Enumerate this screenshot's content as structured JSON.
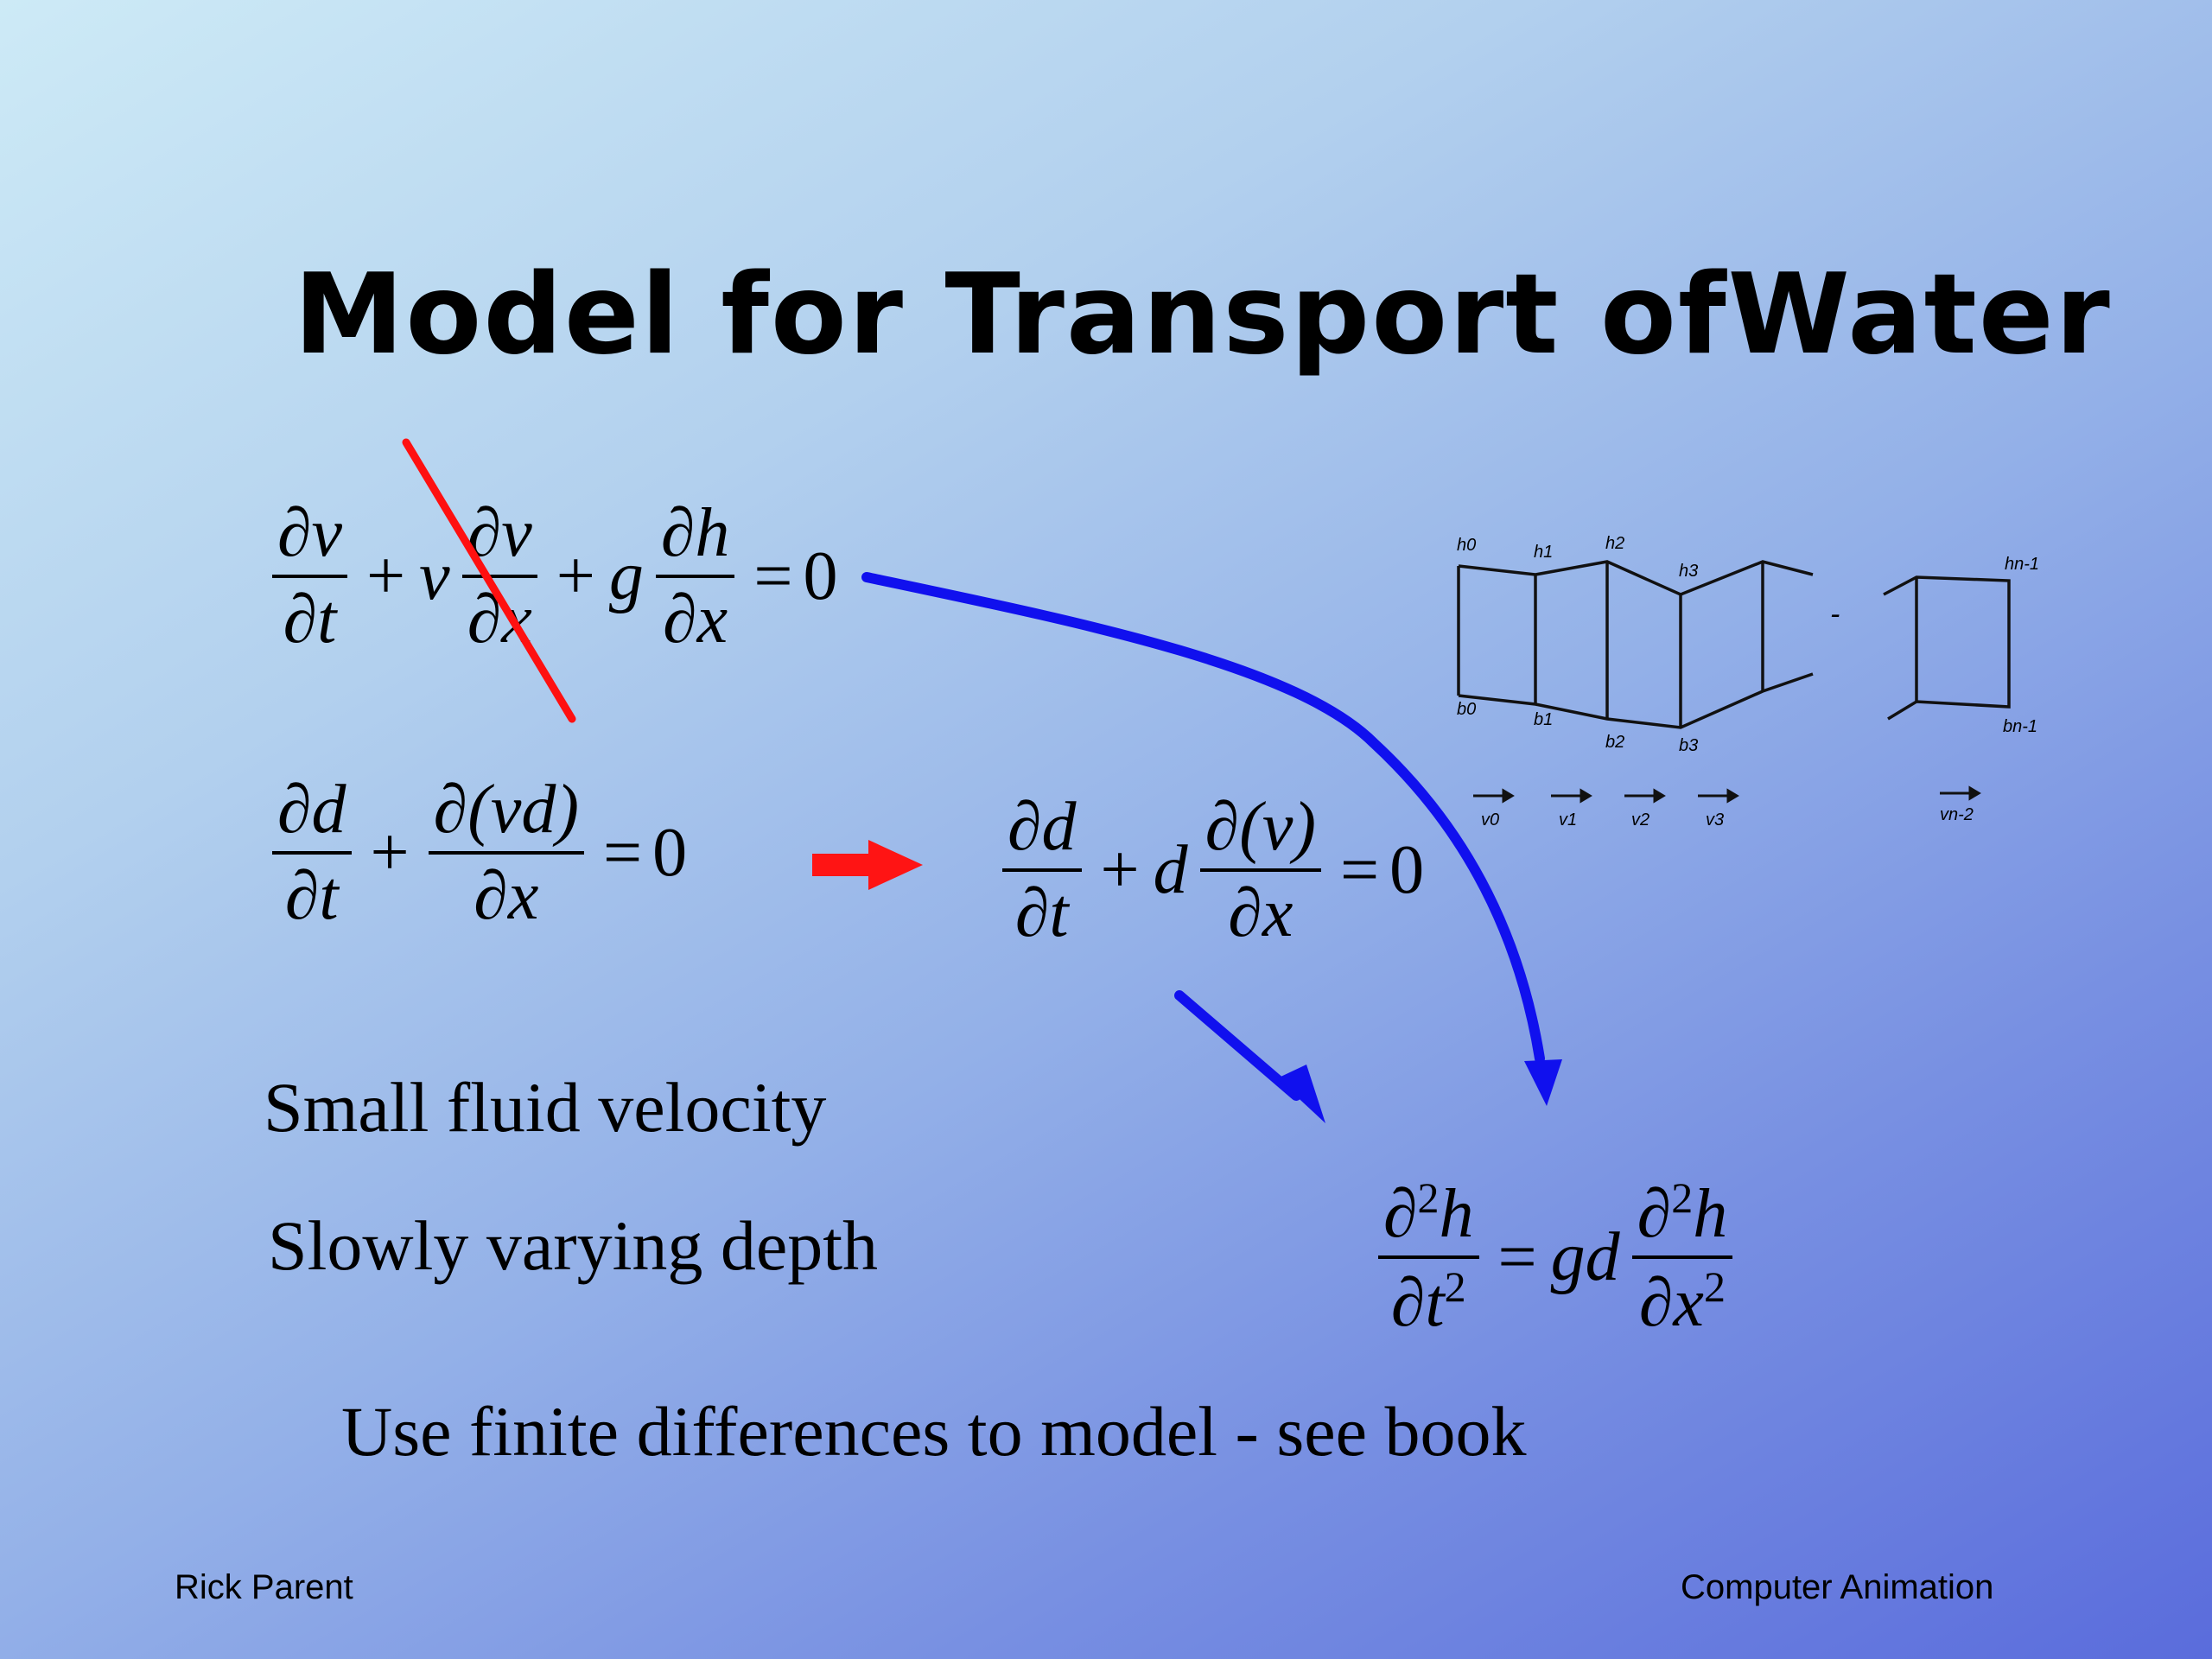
{
  "slide": {
    "title": "Model for Transport ofWater",
    "eq1": {
      "d1n": "∂v",
      "d1d": "∂t",
      "plus1": "+",
      "v": "v",
      "d2n": "∂v",
      "d2d": "∂x",
      "plus2": "+",
      "g": "g",
      "d3n": "∂h",
      "d3d": "∂x",
      "eq": "=",
      "zero": "0"
    },
    "eq2": {
      "d1n": "∂d",
      "d1d": "∂t",
      "plus": "+",
      "d2n": "∂(vd)",
      "d2d": "∂x",
      "eq": "=",
      "zero": "0"
    },
    "eq3": {
      "d1n": "∂d",
      "d1d": "∂t",
      "plus": "+",
      "d": "d",
      "d2n": "∂(v)",
      "d2d": "∂x",
      "eq": "=",
      "zero": "0"
    },
    "eq4": {
      "ln_a": "∂",
      "ln_sup": "2",
      "ln_b": "h",
      "ld_a": "∂t",
      "ld_sup": "2",
      "eq": "=",
      "gd": "gd",
      "rn_a": "∂",
      "rn_sup": "2",
      "rn_b": "h",
      "rd_a": "∂x",
      "rd_sup": "2"
    },
    "assumption1": "Small fluid velocity",
    "assumption2": "Slowly varying depth",
    "note": "Use finite differences to model - see book",
    "footer_left": "Rick Parent",
    "footer_right": "Computer Animation",
    "diagram": {
      "h_labels": [
        "h0",
        "h1",
        "h2",
        "h3",
        "hn-1"
      ],
      "b_labels": [
        "b0",
        "b1",
        "b2",
        "b3",
        "bn-1"
      ],
      "v_labels": [
        "v0",
        "v1",
        "v2",
        "v3",
        "vn-2"
      ],
      "gap_mark": "-"
    },
    "colors": {
      "strike": "#ff1010",
      "arrow_red": "#ff1414",
      "arrow_blue": "#1010ee"
    }
  }
}
